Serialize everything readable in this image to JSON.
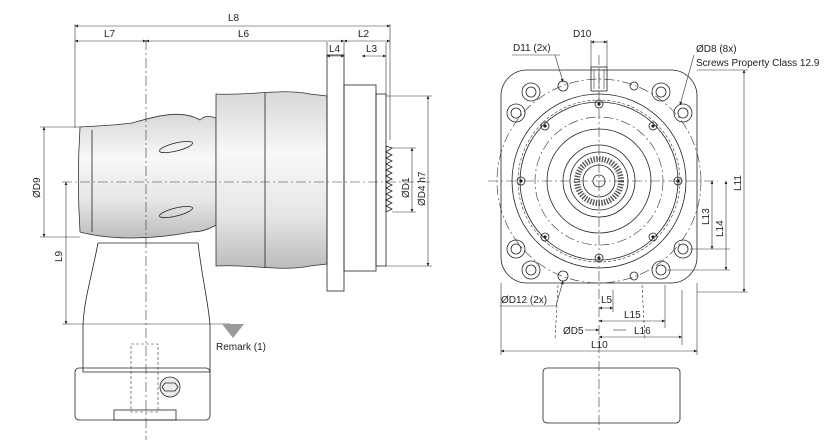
{
  "side_view": {
    "labels": {
      "L8": "L8",
      "L7": "L7",
      "L6": "L6",
      "L2": "L2",
      "L4": "L4",
      "L3": "L3",
      "D9": "ØD9",
      "L9": "L9",
      "D1": "ØD1",
      "D4": "ØD4 h7",
      "remark": "Remark (1)"
    }
  },
  "front_view": {
    "labels": {
      "D10": "D10",
      "D11": "D11 (2x)",
      "D8": "ØD8 (8x)",
      "screws_note": "Screws Property Class 12.9",
      "L11": "L11",
      "L13": "L13",
      "L14": "L14",
      "D12": "ØD12 (2x)",
      "L5": "L5",
      "L15": "L15",
      "D5": "ØD5",
      "L16": "L16",
      "L10": "L10"
    }
  }
}
